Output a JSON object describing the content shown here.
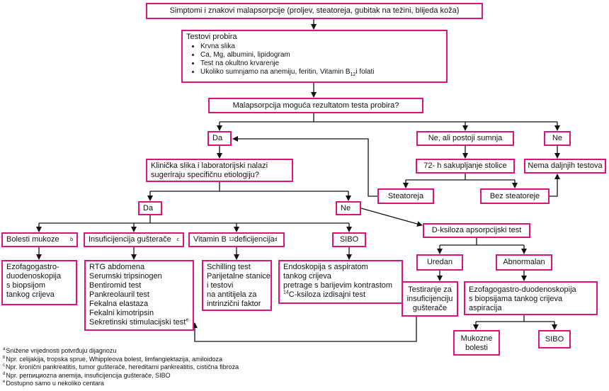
{
  "diagram": {
    "colors": {
      "border": "#e0117c",
      "line": "#111111"
    },
    "nodes": {
      "symptoms": {
        "text": "Simptomi i znakovi malapsorpcije (proljev, steatoreja, gubitak na težini, blijeda koža)"
      },
      "screening": {
        "title": "Testovi probira",
        "items": [
          "Krvna slika",
          "Ca, Mg, albumini, lipidogram",
          "Test na okultno krvarenje"
        ],
        "last_item_prefix": "Ukoliko sumnjamo na anemiju, feritin, Vitamin B",
        "last_item_sub": "12",
        "last_item_suffix": "i folati"
      },
      "possible": {
        "text": "Malapsorpcija moguća rezultatom testa probira?"
      },
      "da1": {
        "text": "Da"
      },
      "ne_suspicion": {
        "text": "Ne, ali postoji sumnja"
      },
      "ne1": {
        "text": "Ne"
      },
      "clinical": {
        "line1": "Klinička slika i laboratorijski nalazi",
        "line2": "sugeriraju specifičnu etiologiju?"
      },
      "stool72": {
        "text": "72- h sakupljanje stolice"
      },
      "no_further": {
        "text": "Nema daljnjih testova"
      },
      "steatorrhea": {
        "text": "Steatoreja"
      },
      "no_steatorrhea": {
        "text": "Bez steatoreje"
      },
      "da2": {
        "text": "Da"
      },
      "ne2": {
        "text": "Ne"
      },
      "dxylose": {
        "text": "D-ksiloza apsorpcijski test"
      },
      "mucosal": {
        "text": "Bolesti mukoze",
        "note": "b"
      },
      "pancreatic": {
        "text": "Insuficijencija gušterače",
        "note": "c"
      },
      "vitb12": {
        "prefix": "Vitamin B",
        "sub": "12",
        "suffix": "deficijencija",
        "note": "d"
      },
      "sibo": {
        "text": "SIBO"
      },
      "normal": {
        "text": "Uredan"
      },
      "abnormal": {
        "text": "Abnormalan"
      },
      "mucosal_tests": {
        "lines": [
          "Ezofagogastro-",
          "duodenoskopija",
          "s biopsijom",
          "tankog crijeva"
        ]
      },
      "pancreatic_tests": {
        "lines": [
          "RTG abdomena",
          "Serumski tripsinogen",
          "Bentiromid test",
          "Pankreolauril test",
          "Fekalna elastaza",
          "Fekalni kimotripsin"
        ],
        "last_line": "Sekretinski stimulacijski test",
        "last_note": "e"
      },
      "b12_tests": {
        "lines": [
          "Schilling test",
          "Parijetalne stanice",
          "i testovi",
          "na antitijela za",
          "intrinzični faktor"
        ]
      },
      "sibo_tests": {
        "lines": [
          "Endoskopija s aspiratom",
          "tankog crijeva",
          "pretrage s barijevim kontrastom"
        ],
        "last_sup": "14",
        "last_line": "C-ksiloza izdisajni test"
      },
      "pancreatic_check": {
        "lines": [
          "Testiranje za",
          "insuficijenciju",
          "gušterače"
        ]
      },
      "egd_aspiration": {
        "lines": [
          "Ezofagogastro-duodenoskopija",
          "s biopsijama tankog crijeva",
          "aspiracija"
        ]
      },
      "mucosal_diseases": {
        "lines": [
          "Mukozne",
          "bolesti"
        ]
      },
      "sibo2": {
        "text": "SIBO"
      }
    }
  },
  "footnotes": [
    {
      "mark": "a",
      "text": "Snižene vrijednosti potvrđuju dijagnozu"
    },
    {
      "mark": "b",
      "text": "Npr. celijakija, tropska sprue, Whippleova bolest, limfangiektazija, amiloidoza"
    },
    {
      "mark": "c",
      "text": "Npr. kronični pankreatitis, tumor gušterače, hereditarni pankreatitis, cistična fibroza"
    },
    {
      "mark": "d",
      "text": "Npr. pernициozna anemija, insuficijencija gušterače, SIBO"
    },
    {
      "mark": "e",
      "text": "Dostupno samo u nekoliko centara"
    }
  ]
}
